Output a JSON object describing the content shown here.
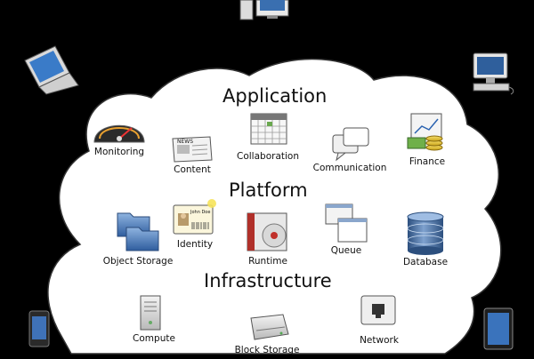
{
  "diagram": {
    "layers": [
      {
        "title": "Application",
        "services": [
          "Monitoring",
          "Content",
          "Collaboration",
          "Communication",
          "Finance"
        ]
      },
      {
        "title": "Platform",
        "services": [
          "Object Storage",
          "Identity",
          "Runtime",
          "Queue",
          "Database"
        ]
      },
      {
        "title": "Infrastructure",
        "services": [
          "Compute",
          "Block Storage",
          "Network"
        ]
      }
    ],
    "identity_card_text": "John Doe",
    "news_icon_text": "NEWS",
    "devices": [
      "desktop-computer-icon",
      "laptop-icon",
      "monitor-icon",
      "smartphone-icon",
      "tablet-icon"
    ],
    "colors": {
      "background": "#000000",
      "cloud": "#ffffff",
      "outline": "#333333"
    }
  }
}
